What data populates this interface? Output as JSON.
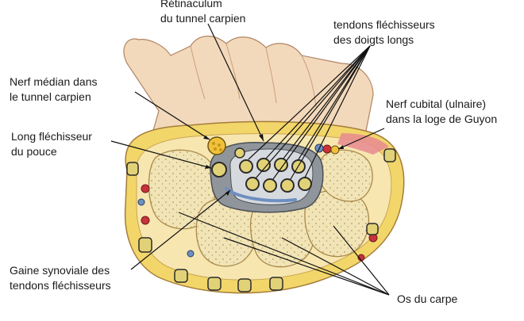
{
  "labels": {
    "retinaculum": [
      "Rétinaculum",
      "du tunnel carpien"
    ],
    "flexor_tendons": [
      "tendons fléchisseurs",
      "des doigts longs"
    ],
    "median_nerve": [
      "Nerf médian dans",
      "le tunnel carpien"
    ],
    "ulnar_nerve": [
      "Nerf cubital (ulnaire)",
      "dans la loge de Guyon"
    ],
    "flexor_pollicis": [
      "Long fléchisseur",
      "du pouce"
    ],
    "synovial_sheath": [
      "Gaine synoviale des",
      "tendons fléchisseurs"
    ],
    "carpal_bones": [
      "Os du carpe"
    ]
  },
  "colors": {
    "skin": "#f3d9bb",
    "skin_shadow": "#d9b08a",
    "fat": "#f2d66a",
    "bone": "#f1e4b6",
    "bone_dot": "#b39a5a",
    "tendon": "#e2d277",
    "tendon_dark": "#2b2b2b",
    "tunnel_grey": "#8f959b",
    "sheath_blue": "#6d8fc0",
    "vessel_red": "#c8323a",
    "nerve_yellow": "#f0c23a",
    "muscle_pink": "#e88a92"
  }
}
